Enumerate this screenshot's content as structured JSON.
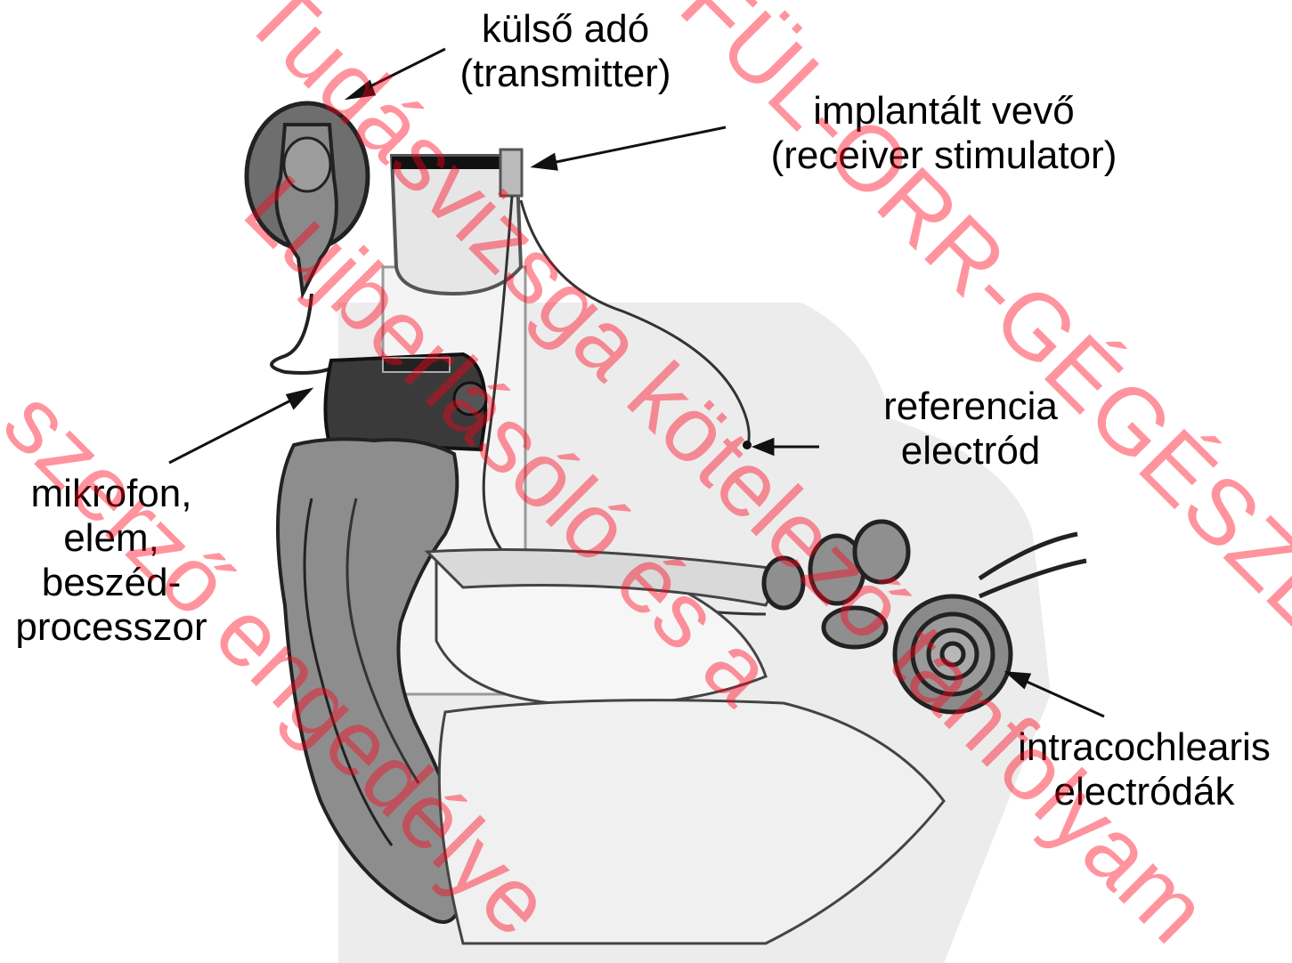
{
  "labels": {
    "transmitter": [
      "külső adó",
      "(transmitter)"
    ],
    "receiver": [
      "implantált vevő",
      "(receiver stimulator)"
    ],
    "reference": [
      "referencia",
      "electród"
    ],
    "microphone": [
      "mikrofon,",
      "elem,",
      "beszéd-",
      "processzor"
    ],
    "intracochlear": [
      "intracochlearis",
      "electródák"
    ]
  },
  "watermarks": {
    "line1": "Tudásvizsga kötelező tanfolyam",
    "line2": "FÜL-ORR-GÉGÉSZET",
    "line3": "Lujberlásóló és a",
    "line4": "szerző engedélye"
  },
  "colors": {
    "watermark": "#ff0019",
    "text": "#000000"
  }
}
